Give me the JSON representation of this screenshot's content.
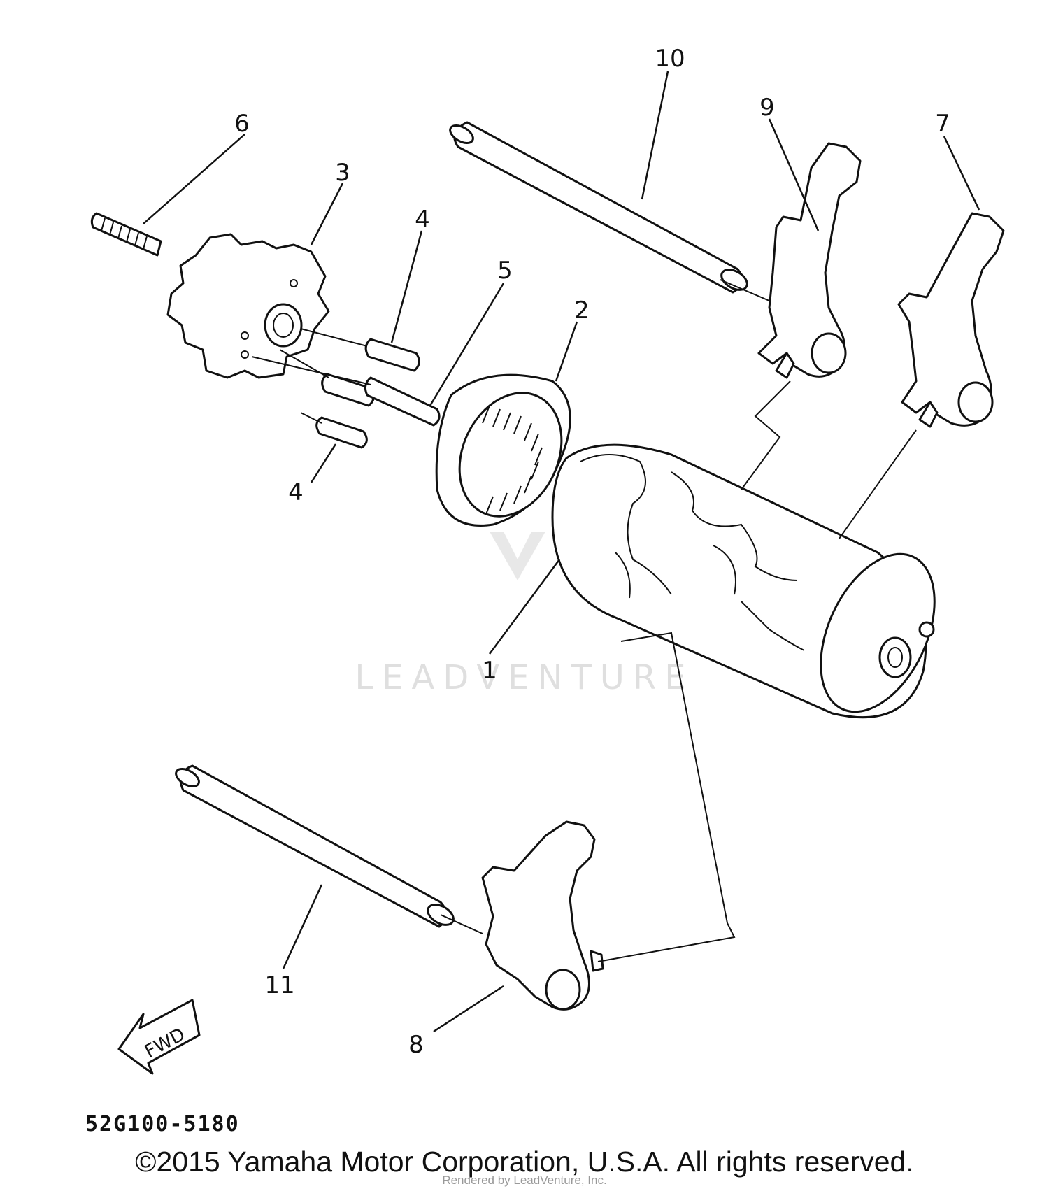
{
  "callouts": {
    "c1": "1",
    "c2": "2",
    "c3": "3",
    "c4a": "4",
    "c4b": "4",
    "c5": "5",
    "c6": "6",
    "c7": "7",
    "c8": "8",
    "c9": "9",
    "c10": "10",
    "c11": "11"
  },
  "fwd_label": "FWD",
  "watermark": "LEADVENTURE",
  "drawing_code": "52G100-5180",
  "copyright": "©2015 Yamaha Motor Corporation, U.S.A. All rights reserved.",
  "rendered_by": "Rendered by LeadVenture, Inc."
}
